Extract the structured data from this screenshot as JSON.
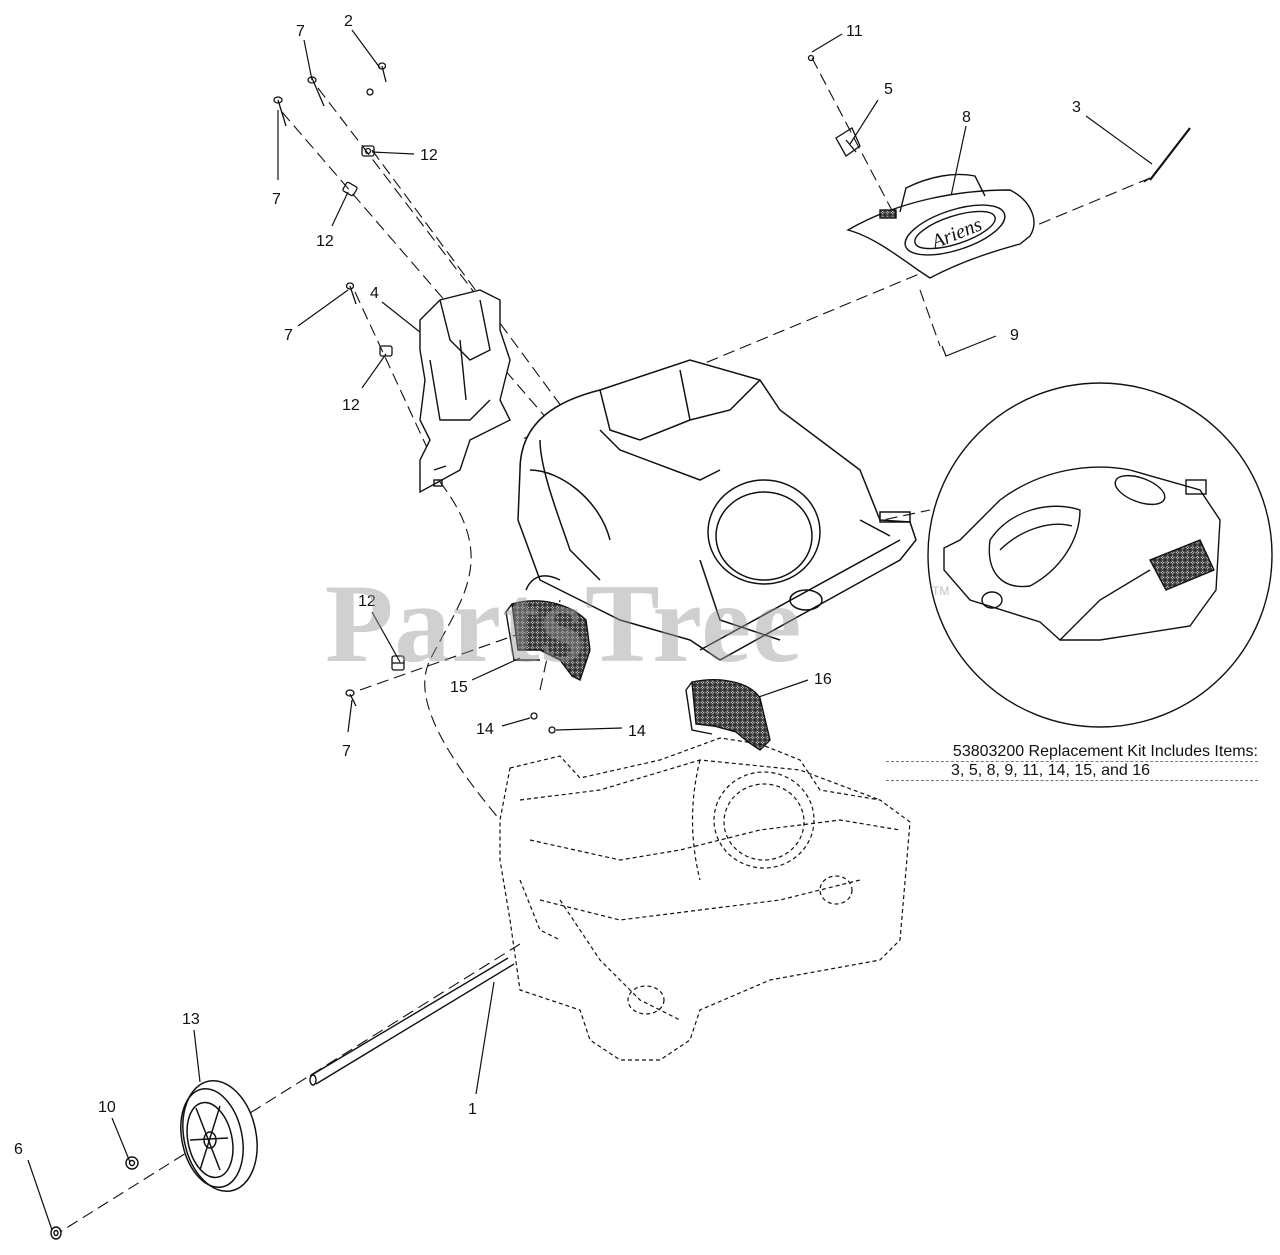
{
  "callouts": {
    "c7a": "7",
    "c2": "2",
    "c11": "11",
    "c5": "5",
    "c8": "8",
    "c3": "3",
    "c12a": "12",
    "c7b": "7",
    "c12b": "12",
    "c7c": "7",
    "c4": "4",
    "c12c": "12",
    "c9": "9",
    "c12d": "12",
    "c15": "15",
    "c7d": "7",
    "c14a": "14",
    "c14b": "14",
    "c16": "16",
    "c13": "13",
    "c10": "10",
    "c6": "6",
    "c1": "1"
  },
  "kit_note": {
    "line1": "53803200 Replacement Kit Includes Items:",
    "line2": "3, 5, 8, 9, 11, 14, 15, and 16"
  },
  "watermark": {
    "text": "PartsTree",
    "tm": "TM"
  },
  "logo_text": "Ariens",
  "colors": {
    "line": "#111111",
    "mesh": "#333333",
    "watermark": "#969696"
  }
}
